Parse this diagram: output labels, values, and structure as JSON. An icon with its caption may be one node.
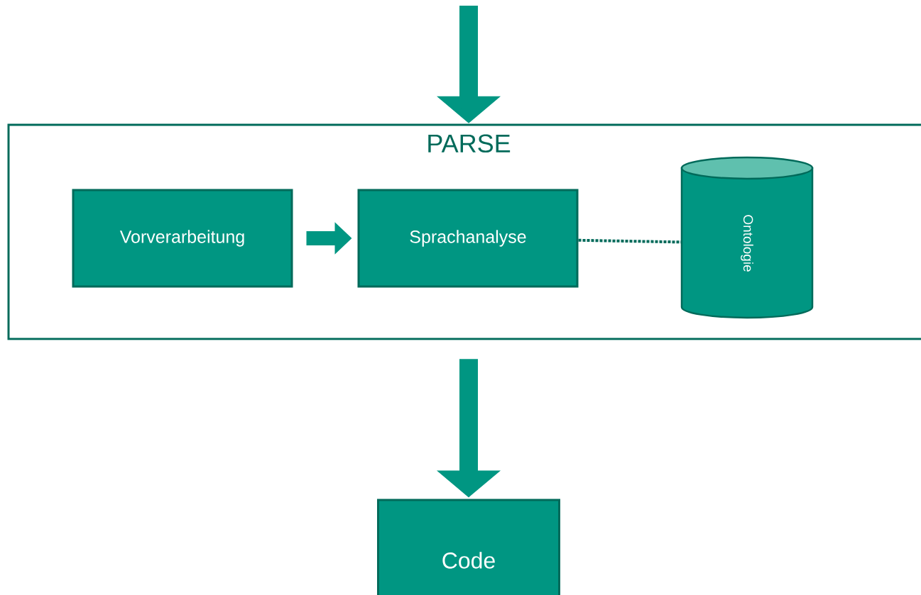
{
  "diagram": {
    "nodes": [
      {
        "text": [
          "PARSE"
        ]
      },
      {
        "text": [
          "Vorverarbeitung"
        ],
        "in": 0
      },
      {
        "text": [
          "Sprachanalyse"
        ],
        "in": 0
      },
      {
        "text": [
          "Ontologie"
        ],
        "in": 0
      },
      {
        "text": [
          "Code"
        ]
      }
    ],
    "edges": [
      {
        "from": null,
        "to": 0,
        "arrow": "to"
      },
      {
        "from": 1,
        "to": 2,
        "arrow": "to"
      },
      {
        "from": 2,
        "to": 3,
        "arrow": "none",
        "style": "dashed"
      },
      {
        "from": 0,
        "to": 4,
        "arrow": "to"
      }
    ]
  }
}
